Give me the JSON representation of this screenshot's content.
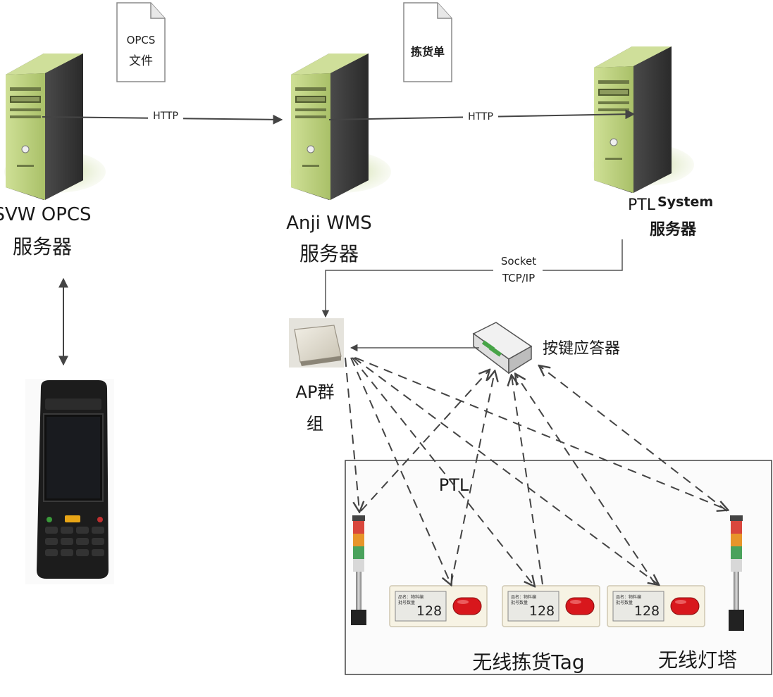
{
  "docs": {
    "opcs_file": {
      "line1": "OPCS",
      "line2": "文件"
    },
    "pick_list": {
      "label": "拣货单"
    }
  },
  "servers": {
    "svw": {
      "line1": "SVW OPCS",
      "line2": "服务器"
    },
    "wms": {
      "line1": "Anji WMS",
      "line2": "服务器"
    },
    "ptl": {
      "line1a": "PTL",
      "line1b": "System",
      "line2": "服务器"
    }
  },
  "links": {
    "svw_wms": "HTTP",
    "wms_ptl": "HTTP",
    "socket_line1": "Socket",
    "socket_line2": "TCP/IP"
  },
  "ap_group": {
    "line1": "AP群",
    "line2": "组"
  },
  "key_responder": {
    "label": "按键应答器"
  },
  "ptl_area": {
    "title": "PTL",
    "tag_label": "无线拣货Tag",
    "tower_label": "无线灯塔"
  },
  "tags": [
    {
      "display": "128",
      "small1": "品名：物料编",
      "small2": "批号数量"
    },
    {
      "display": "128",
      "small1": "品名：物料编",
      "small2": "批号数量"
    },
    {
      "display": "128",
      "small1": "品名：物料编",
      "small2": "批号数量"
    }
  ],
  "colors": {
    "server_green": "#b9cf7f",
    "server_dark": "#3a3a3a",
    "arrow": "#444444",
    "button_red": "#d8171c"
  }
}
